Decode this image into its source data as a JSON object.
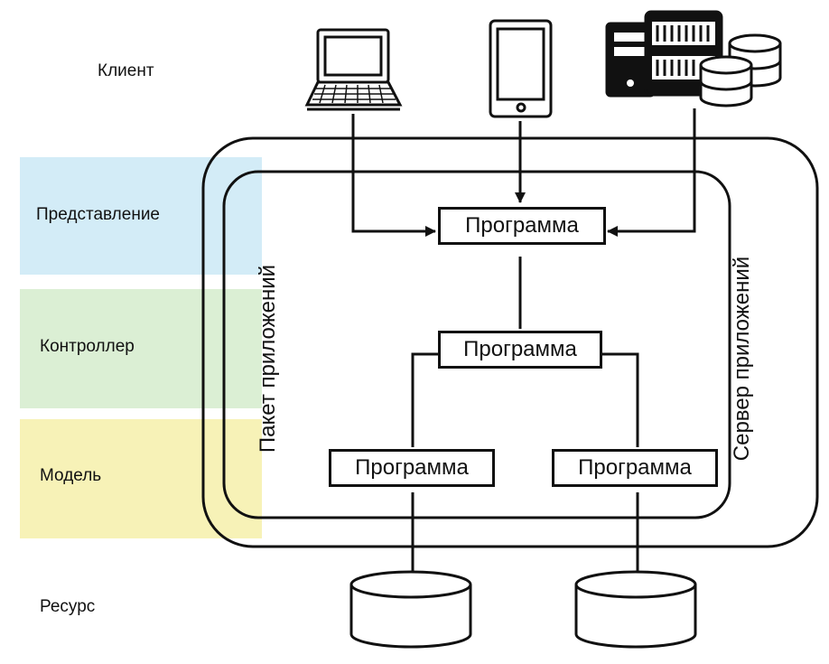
{
  "layers": {
    "client": "Клиент",
    "view": "Представление",
    "controller": "Контроллер",
    "model": "Модель",
    "resource": "Ресурс"
  },
  "containers": {
    "app_package": "Пакет приложений",
    "app_server": "Сервер приложений"
  },
  "programs": {
    "view": "Программа",
    "controller": "Программа",
    "model_left": "Программа",
    "model_right": "Программа"
  },
  "devices": [
    "laptop-icon",
    "tablet-icon",
    "server-icon"
  ],
  "colors": {
    "view_band": "#d3ecf7",
    "controller_band": "#dbefd4",
    "model_band": "#f7f2b7",
    "stroke": "#111111"
  }
}
